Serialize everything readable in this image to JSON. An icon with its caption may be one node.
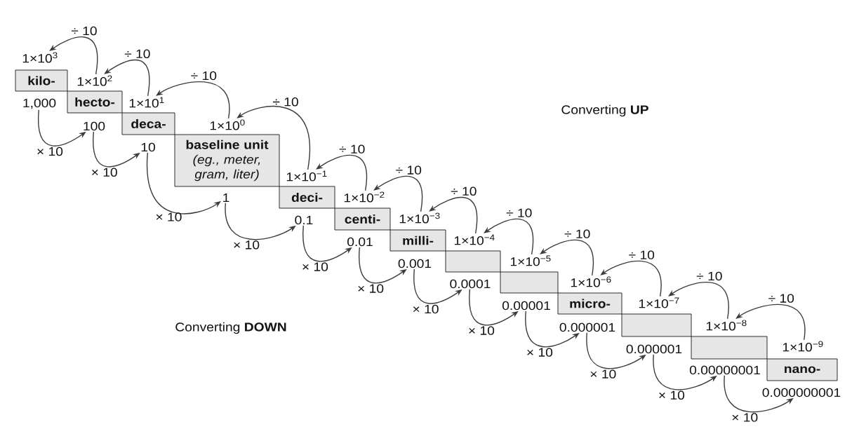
{
  "diagram": {
    "nodes": [
      {
        "text": [
          "1×10$^{3}$"
        ]
      },
      {
        "text": [
          "kilo-"
        ]
      },
      {
        "text": [
          "1,000"
        ]
      },
      {
        "text": [
          "1×10$^{2}$"
        ]
      },
      {
        "text": [
          "hecto-"
        ]
      },
      {
        "text": [
          "100"
        ]
      },
      {
        "text": [
          "1×10$^{1}$"
        ]
      },
      {
        "text": [
          "deca-"
        ]
      },
      {
        "text": [
          "10"
        ]
      },
      {
        "text": [
          "1×10$^{0}$"
        ]
      },
      {
        "text": [
          "baseline unit",
          "(eg., meter, gram, liter)"
        ]
      },
      {
        "text": [
          "1"
        ]
      },
      {
        "text": [
          "1×10$^{−1}$"
        ]
      },
      {
        "text": [
          "deci-"
        ]
      },
      {
        "text": [
          "0.1"
        ]
      },
      {
        "text": [
          "1×10$^{−2}$"
        ]
      },
      {
        "text": [
          "centi-"
        ]
      },
      {
        "text": [
          "0.01"
        ]
      },
      {
        "text": [
          "1×10$^{−3}$"
        ]
      },
      {
        "text": [
          "milli-"
        ]
      },
      {
        "text": [
          "0.001"
        ]
      },
      {
        "text": [
          "1×10$^{−4}$"
        ]
      },
      {
        "text": [],
        "shape": "box"
      },
      {
        "text": [
          "0.0001"
        ]
      },
      {
        "text": [
          "1×10$^{−5}$"
        ]
      },
      {
        "text": [],
        "shape": "box"
      },
      {
        "text": [
          "0.00001"
        ]
      },
      {
        "text": [
          "1×10$^{−6}$"
        ]
      },
      {
        "text": [
          "micro-"
        ]
      },
      {
        "text": [
          "0.000001"
        ]
      },
      {
        "text": [
          "1×10$^{−7}$"
        ]
      },
      {
        "text": [],
        "shape": "box"
      },
      {
        "text": [
          "0.000001"
        ]
      },
      {
        "text": [
          "1×10$^{−8}$"
        ]
      },
      {
        "text": [],
        "shape": "box"
      },
      {
        "text": [
          "0.00000001"
        ]
      },
      {
        "text": [
          "1×10$^{−9}$"
        ]
      },
      {
        "text": [
          "nano-"
        ]
      },
      {
        "text": [
          "0.000000001"
        ]
      }
    ],
    "edges": [
      {
        "from": 3,
        "to": 0,
        "arrow": "to",
        "label": "÷ 10"
      },
      {
        "from": 2,
        "to": 5,
        "arrow": "to",
        "label": "× 10"
      },
      {
        "from": 6,
        "to": 3,
        "arrow": "to",
        "label": "÷ 10"
      },
      {
        "from": 5,
        "to": 8,
        "arrow": "to",
        "label": "× 10"
      },
      {
        "from": 9,
        "to": 6,
        "arrow": "to",
        "label": "÷ 10"
      },
      {
        "from": 8,
        "to": 11,
        "arrow": "to",
        "label": "× 10"
      },
      {
        "from": 12,
        "to": 9,
        "arrow": "to",
        "label": "÷ 10"
      },
      {
        "from": 11,
        "to": 14,
        "arrow": "to",
        "label": "× 10"
      },
      {
        "from": 15,
        "to": 12,
        "arrow": "to",
        "label": "÷ 10"
      },
      {
        "from": 14,
        "to": 17,
        "arrow": "to",
        "label": "× 10"
      },
      {
        "from": 18,
        "to": 15,
        "arrow": "to",
        "label": "÷ 10"
      },
      {
        "from": 17,
        "to": 20,
        "arrow": "to",
        "label": "× 10"
      },
      {
        "from": 21,
        "to": 18,
        "arrow": "to",
        "label": "÷ 10"
      },
      {
        "from": 20,
        "to": 23,
        "arrow": "to",
        "label": "× 10"
      },
      {
        "from": 24,
        "to": 21,
        "arrow": "to",
        "label": "÷ 10"
      },
      {
        "from": 23,
        "to": 26,
        "arrow": "to",
        "label": "× 10"
      },
      {
        "from": 27,
        "to": 24,
        "arrow": "to",
        "label": "÷ 10"
      },
      {
        "from": 26,
        "to": 29,
        "arrow": "to",
        "label": "× 10"
      },
      {
        "from": 30,
        "to": 27,
        "arrow": "to",
        "label": "÷ 10"
      },
      {
        "from": 29,
        "to": 32,
        "arrow": "to",
        "label": "× 10"
      },
      {
        "from": 33,
        "to": 30,
        "arrow": "to",
        "label": "÷ 10"
      },
      {
        "from": 32,
        "to": 35,
        "arrow": "to",
        "label": "× 10"
      },
      {
        "from": 36,
        "to": 33,
        "arrow": "to",
        "label": "÷ 10"
      },
      {
        "from": 35,
        "to": 38,
        "arrow": "to",
        "label": "× 10"
      }
    ],
    "labels": [
      "Converting **UP**",
      "Converting **DOWN**"
    ]
  }
}
